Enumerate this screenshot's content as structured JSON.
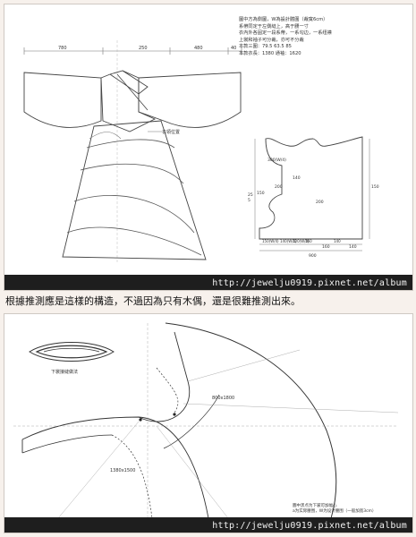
{
  "caption": "根據推測應是這樣的構造，不過因為只有木偶，還是很難推測出來。",
  "watermark": "http://jewelju0919.pixnet.net/album",
  "top_diagram": {
    "top_dims": [
      "780",
      "250",
      "480",
      "40"
    ],
    "notes": [
      "圖中方為側圖，W為設計體圍（裁寬6cm）",
      "系帶同定于左側縫上，高于腰一寸",
      "衣內外各固定一段系帶，一系勾边，一系纽襟",
      "上裳和袖子可分裁，亦可不分裁",
      "本款三圍：79.5 63.5 85",
      "本款衣長：1380   通袖：1620"
    ],
    "label_body": "衣領位置",
    "right_dims": [
      "300(W/4)",
      "200",
      "150",
      "200",
      "140",
      "160",
      "140",
      "900",
      "150",
      "25",
      "5"
    ],
    "bottom_dims": [
      "150(W/4)",
      "140(W/4)",
      "120(W/4)",
      "160",
      "140"
    ]
  },
  "bottom_diagram": {
    "labels": [
      "下裳接縫做法",
      "800x1800",
      "1380x1500"
    ],
    "notes": [
      "圖中黑点为下裳可加幅心",
      "a为实际腰围，W为设计腰围（一般加宽3cm）"
    ]
  }
}
